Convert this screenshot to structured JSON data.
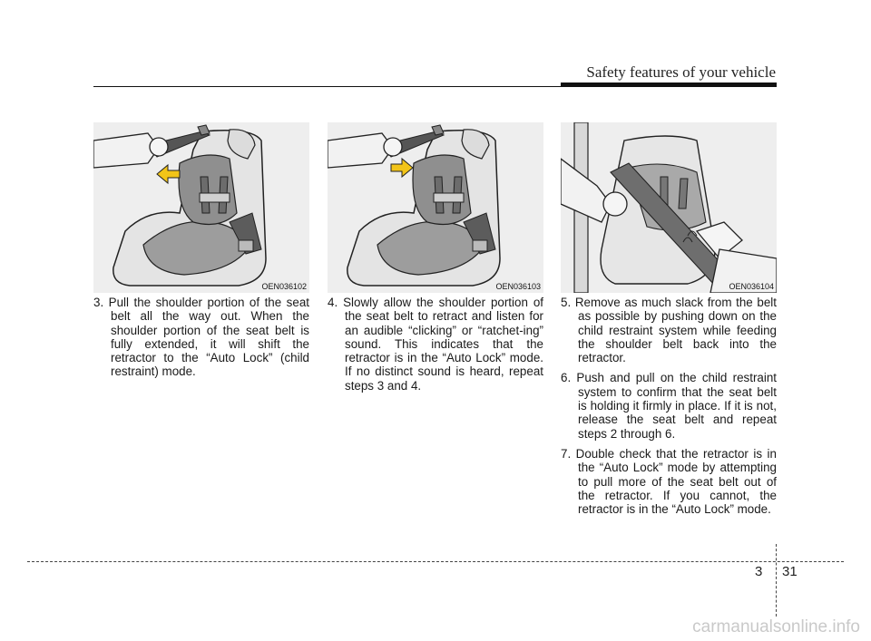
{
  "header": {
    "title": "Safety features of your vehicle"
  },
  "figures": [
    {
      "code": "OEN036102",
      "icon": "left-arrow-icon",
      "arrow_color": "#f2c418"
    },
    {
      "code": "OEN036103",
      "icon": "right-arrow-icon",
      "arrow_color": "#f2c418"
    },
    {
      "code": "OEN036104"
    }
  ],
  "steps": [
    {
      "num": "3.",
      "text": "Pull the shoulder portion of the seat belt all the way out. When the shoulder portion of the seat belt is fully extended, it will shift the retractor to the “Auto Lock” (child restraint) mode."
    },
    {
      "num": "4.",
      "text": "Slowly allow the shoulder portion of the seat belt to retract and listen for an audible “clicking” or “ratchet-ing” sound. This indicates that the retractor is in the “Auto Lock” mode. If no distinct sound is heard, repeat steps 3 and 4."
    },
    {
      "num": "5.",
      "text": "Remove as much slack from the belt as possible by pushing down on the child restraint system while feeding the shoulder belt back into the retractor."
    },
    {
      "num": "6.",
      "text": "Push and pull on the child restraint system to confirm that the seat belt is holding it firmly in place. If it is not, release the seat belt and repeat steps 2 through 6."
    },
    {
      "num": "7.",
      "text": "Double check that the retractor is in the “Auto Lock” mode by attempting to pull more of the seat belt out of the retractor. If you cannot, the retractor is in the “Auto Lock” mode."
    }
  ],
  "footer": {
    "chapter": "3",
    "page": "31"
  },
  "watermark": "carmanualsonline.info"
}
